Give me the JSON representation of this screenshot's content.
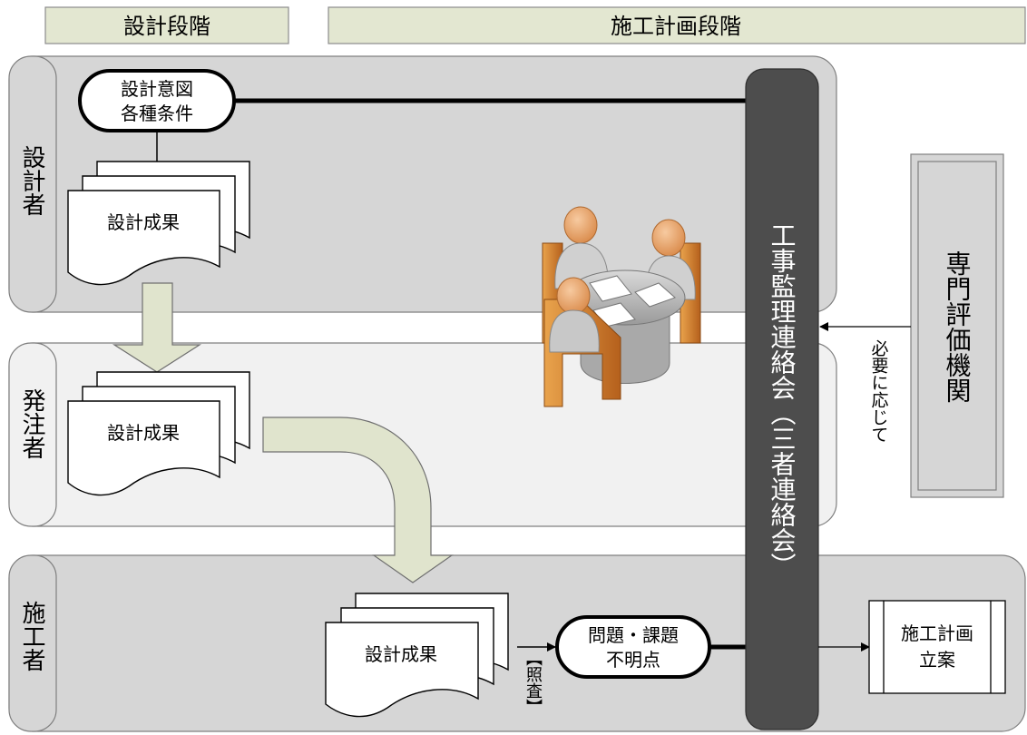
{
  "phases": {
    "design": "設計段階",
    "construction_planning": "施工計画段階"
  },
  "lanes": {
    "designer": "設計者",
    "orderer": "発注者",
    "contractor": "施工者"
  },
  "nodes": {
    "design_intent": [
      "設計意図",
      "各種条件"
    ],
    "design_result": "設計成果",
    "issues": [
      "問題・課題",
      "不明点"
    ],
    "liaison_council": "工事監理連絡会（三者連絡会）",
    "expert_agency": "専門評価機関",
    "construction_plan": [
      "施工計画",
      "立案"
    ]
  },
  "labels": {
    "as_needed": "必要に応じて",
    "verification": "【照査】"
  },
  "colors": {
    "phase_header_fill": "#e3e7d1",
    "lane_gray": "#d6d6d6",
    "lane_light": "#f1f1f1",
    "council_fill": "#4d4d4d",
    "flow_arrow_fill": "#e0e4cd"
  },
  "icons": {
    "meeting": "meeting-table-people-icon"
  }
}
